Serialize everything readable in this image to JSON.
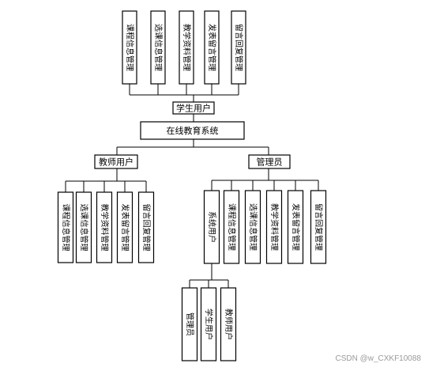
{
  "diagram": {
    "root": "在线教育系统",
    "student": {
      "label": "学生用户",
      "modules": [
        "课程信息管理",
        "选课信息管理",
        "教学资料管理",
        "发表留言管理",
        "留言回复管理"
      ]
    },
    "teacher": {
      "label": "教师用户",
      "modules": [
        "课程信息管理",
        "选课信息管理",
        "教学资料管理",
        "发表留言管理",
        "留言回复管理"
      ]
    },
    "admin": {
      "label": "管理员",
      "modules": [
        "系统用户",
        "课程信息管理",
        "选课信息管理",
        "教学资料管理",
        "发表留言管理",
        "留言回复管理"
      ],
      "system_user_children": [
        "管理员",
        "学生用户",
        "教师用户"
      ]
    }
  },
  "watermark": "CSDN @w_CXKF10088"
}
